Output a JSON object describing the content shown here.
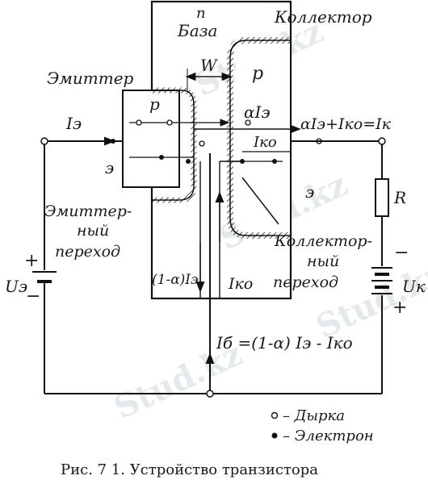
{
  "labels": {
    "n": "n",
    "base": "База",
    "collector": "Коллектор",
    "emitter": "Эмиттер",
    "w": "W",
    "p_emitter": "p",
    "p_collector": "p",
    "ie": "Iэ",
    "alpha_ie": "αIэ",
    "collector_current": "αIэ+Iко=Iк",
    "iko_top": "Iко",
    "e_emitter": "э",
    "e_collector": "э",
    "e_junction_1": "Эмиттер-",
    "e_junction_2": "ный",
    "e_junction_3": "переход",
    "c_junction_1": "Коллектор-",
    "c_junction_2": "ный",
    "c_junction_3": "переход",
    "one_minus_alpha": "(1-α)Iэ",
    "iko_bottom": "Iко",
    "ue": "Uэ",
    "uk": "Uк",
    "r": "R",
    "plus": "+",
    "minus": "−",
    "ib_formula": "Iб =(1-α) Iэ - Iко",
    "legend_hole": "– Дырка",
    "legend_electron": "– Электрон",
    "caption": "Рис. 7 1.   Устройство транзистора",
    "watermark": "Stud.kz"
  }
}
